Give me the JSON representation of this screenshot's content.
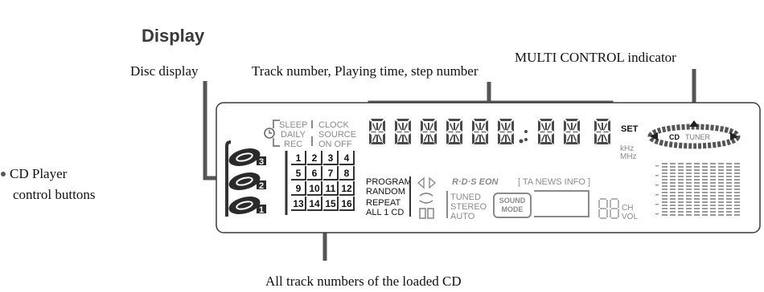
{
  "heading": "Display",
  "callouts": {
    "multi_control": "MULTI CONTROL indicator",
    "disc_display": "Disc display",
    "track_time": "Track number, Playing time, step number",
    "cd_player_line1": "CD Player",
    "cd_player_line2": "control buttons",
    "all_tracks": "All track numbers of the loaded CD"
  },
  "lcd": {
    "timer": {
      "sleep": "SLEEP",
      "daily": "DAILY",
      "rec": "REC",
      "clock": "CLOCK",
      "source": "SOURCE",
      "on_off": "ON OFF"
    },
    "set": "SET",
    "units": {
      "khz": "kHz",
      "mhz": "MHz"
    },
    "disc_numbers": [
      "3",
      "2",
      "1"
    ],
    "tracks": [
      "1",
      "2",
      "3",
      "4",
      "5",
      "6",
      "7",
      "8",
      "9",
      "10",
      "11",
      "12",
      "13",
      "14",
      "15",
      "16"
    ],
    "modes": {
      "program": "PROGRAM",
      "random": "RANDOM",
      "repeat": "REPEAT",
      "all1cd": "ALL 1 CD"
    },
    "rds": {
      "rds_label": "R·D·S EON",
      "ta_news_info": "[ TA NEWS INFO ]"
    },
    "tuner_status": {
      "tuned": "TUNED",
      "stereo": "STEREO",
      "auto": "AUTO"
    },
    "sound_mode": {
      "line1": "SOUND",
      "line2": "MODE"
    },
    "ch": "CH",
    "vol": "VOL",
    "multi_control": {
      "cd": "CD",
      "tuner": "TUNER"
    }
  }
}
